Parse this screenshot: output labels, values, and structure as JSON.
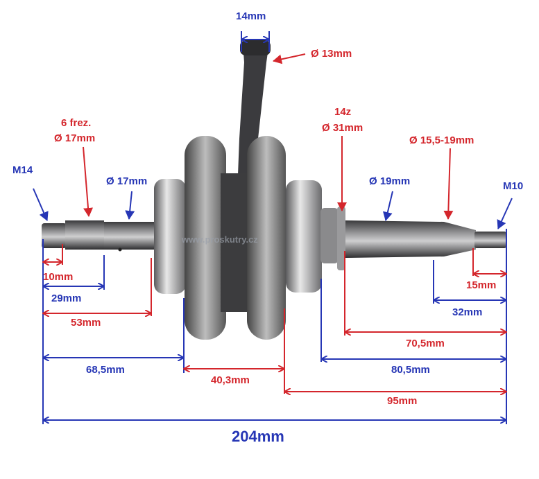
{
  "watermark": "www.proskutry.cz",
  "colors": {
    "red": "#d4262c",
    "blue": "#2636b5"
  },
  "callouts": {
    "rod_width": "14mm",
    "small_end_diameter": "Ø 13mm",
    "left_thread": "M14",
    "spline_count": "6 frez.",
    "spline_diameter": "Ø 17mm",
    "left_shaft_diameter": "Ø 17mm",
    "sprocket_teeth": "14z",
    "sprocket_diameter": "Ø 31mm",
    "right_shaft_diameter": "Ø 19mm",
    "taper_diameter": "Ø 15,5-19mm",
    "right_thread": "M10"
  },
  "dimensions": {
    "d10": "10mm",
    "d29": "29mm",
    "d53": "53mm",
    "d68_5": "68,5mm",
    "d40_3": "40,3mm",
    "d95": "95mm",
    "d80_5": "80,5mm",
    "d70_5": "70,5mm",
    "d32": "32mm",
    "d15": "15mm",
    "total": "204mm"
  }
}
